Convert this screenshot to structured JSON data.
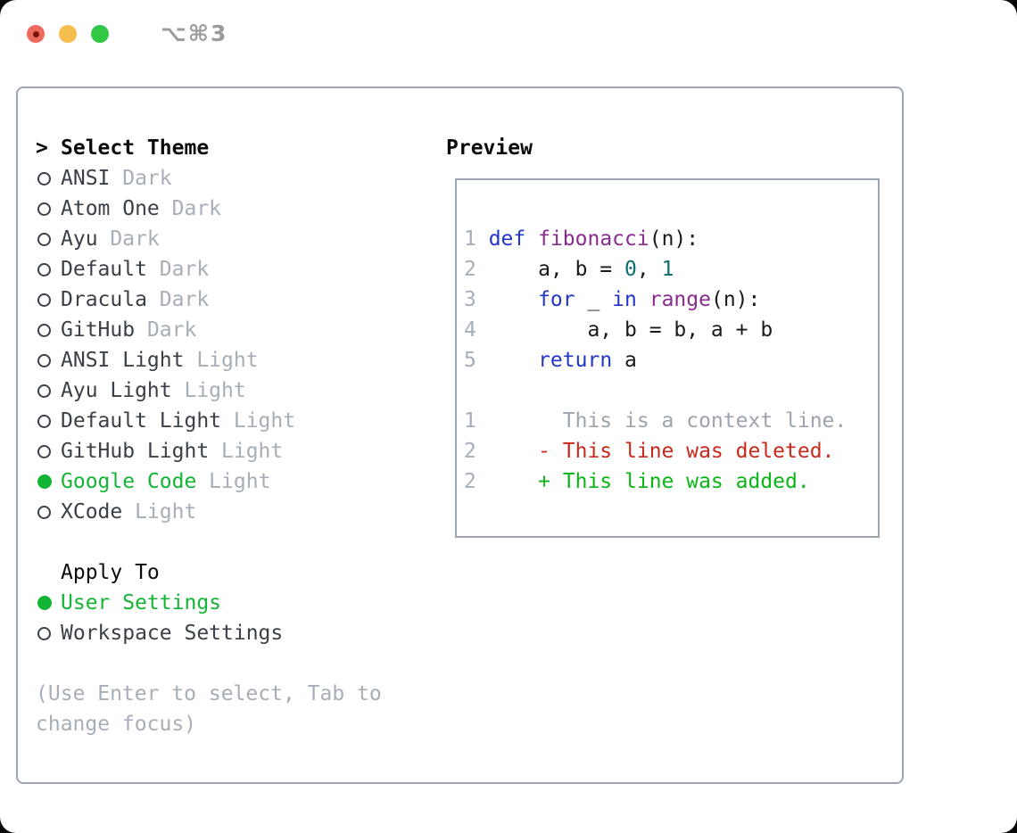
{
  "window": {
    "title": "⌥⌘3",
    "traffic_lights": [
      "close",
      "minimize",
      "maximize"
    ],
    "close_has_unsaved_dot": true
  },
  "theme_panel": {
    "header": {
      "prefix": ">",
      "label": "Select Theme"
    },
    "themes": [
      {
        "name": "ANSI",
        "variant": "Dark",
        "selected": false
      },
      {
        "name": "Atom One",
        "variant": "Dark",
        "selected": false
      },
      {
        "name": "Ayu",
        "variant": "Dark",
        "selected": false
      },
      {
        "name": "Default",
        "variant": "Dark",
        "selected": false
      },
      {
        "name": "Dracula",
        "variant": "Dark",
        "selected": false
      },
      {
        "name": "GitHub",
        "variant": "Dark",
        "selected": false
      },
      {
        "name": "ANSI Light",
        "variant": "Light",
        "selected": false
      },
      {
        "name": "Ayu Light",
        "variant": "Light",
        "selected": false
      },
      {
        "name": "Default Light",
        "variant": "Light",
        "selected": false
      },
      {
        "name": "GitHub Light",
        "variant": "Light",
        "selected": false
      },
      {
        "name": "Google Code",
        "variant": "Light",
        "selected": true
      },
      {
        "name": "XCode",
        "variant": "Light",
        "selected": false
      }
    ],
    "apply_to": {
      "label": "Apply To",
      "options": [
        {
          "label": "User Settings",
          "selected": true
        },
        {
          "label": "Workspace Settings",
          "selected": false
        }
      ]
    },
    "hint": "(Use Enter to select, Tab to change focus)"
  },
  "preview": {
    "label": "Preview",
    "code_lines": [
      {
        "num": "1",
        "tokens": [
          {
            "t": "def",
            "c": "keyword"
          },
          {
            "t": " ",
            "c": "plain"
          },
          {
            "t": "fibonacci",
            "c": "name"
          },
          {
            "t": "(n):",
            "c": "plain"
          }
        ]
      },
      {
        "num": "2",
        "tokens": [
          {
            "t": "    a, b = ",
            "c": "plain"
          },
          {
            "t": "0",
            "c": "literal"
          },
          {
            "t": ", ",
            "c": "plain"
          },
          {
            "t": "1",
            "c": "literal"
          }
        ]
      },
      {
        "num": "3",
        "tokens": [
          {
            "t": "    ",
            "c": "plain"
          },
          {
            "t": "for",
            "c": "keyword"
          },
          {
            "t": " _ ",
            "c": "plain"
          },
          {
            "t": "in",
            "c": "keyword"
          },
          {
            "t": " ",
            "c": "plain"
          },
          {
            "t": "range",
            "c": "name"
          },
          {
            "t": "(n):",
            "c": "plain"
          }
        ]
      },
      {
        "num": "4",
        "tokens": [
          {
            "t": "        a, b = b, a + b",
            "c": "plain"
          }
        ]
      },
      {
        "num": "5",
        "tokens": [
          {
            "t": "    ",
            "c": "plain"
          },
          {
            "t": "return",
            "c": "keyword"
          },
          {
            "t": " a",
            "c": "plain"
          }
        ]
      }
    ],
    "diff_lines": [
      {
        "num": "1",
        "kind": "context",
        "text": "      This is a context line."
      },
      {
        "num": "2",
        "kind": "deleted",
        "text": "    - This line was deleted."
      },
      {
        "num": "2",
        "kind": "added",
        "text": "    + This line was added."
      }
    ]
  },
  "colors": {
    "green": "#14b434",
    "keyword": "#2236c8",
    "name": "#8a2b8f",
    "literal": "#0a6e6e",
    "plain": "#1a1a1a",
    "muted": "#a6aeb8",
    "context": "#9ca4ae",
    "deleted": "#c9291b",
    "added": "#0bb516",
    "text_dark": "#3a4048",
    "border": "#9ca5b0",
    "traffic_red": "#ee6a5e",
    "traffic_yellow": "#f5be4f",
    "traffic_green": "#33c748"
  }
}
